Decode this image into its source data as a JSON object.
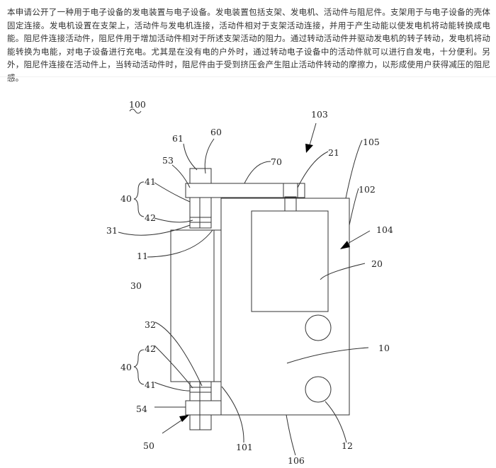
{
  "abstract_text": "本申请公开了一种用于电子设备的发电装置与电子设备。发电装置包括支架、发电机、活动件与阻尼件。支架用于与电子设备的壳体固定连接。发电机设置在支架上，活动件与发电机连接，活动件相对于支架活动连接，并用于产生动能以使发电机将动能转换成电能。阻尼件连接活动件，阻尼件用于增加活动件相对于所述支架活动的阻力。通过转动活动件并驱动发电机的转子转动，发电机将动能转换为电能，对电子设备进行充电。尤其是在没有电的户外时，通过转动电子设备中的活动件就可以进行自发电，十分便利。另外，阻尼件连接在活动件上，当转动活动件时，阻尼件由于受到挤压会产生阻止活动件转动的摩擦力，以形成使用户获得减压的阻尼感。",
  "figure": {
    "labels": {
      "l100": "100",
      "l103": "103",
      "l105": "105",
      "l102": "102",
      "l104": "104",
      "l21": "21",
      "l20": "20",
      "l70": "70",
      "l60": "60",
      "l61": "61",
      "l53": "53",
      "l41_top": "41",
      "l40_top": "40",
      "l42_top": "42",
      "l31": "31",
      "l11": "11",
      "l30": "30",
      "l32": "32",
      "l42_bot": "42",
      "l40_bot": "40",
      "l41_bot": "41",
      "l54": "54",
      "l50": "50",
      "l101": "101",
      "l106": "106",
      "l12": "12",
      "l10": "10"
    }
  }
}
